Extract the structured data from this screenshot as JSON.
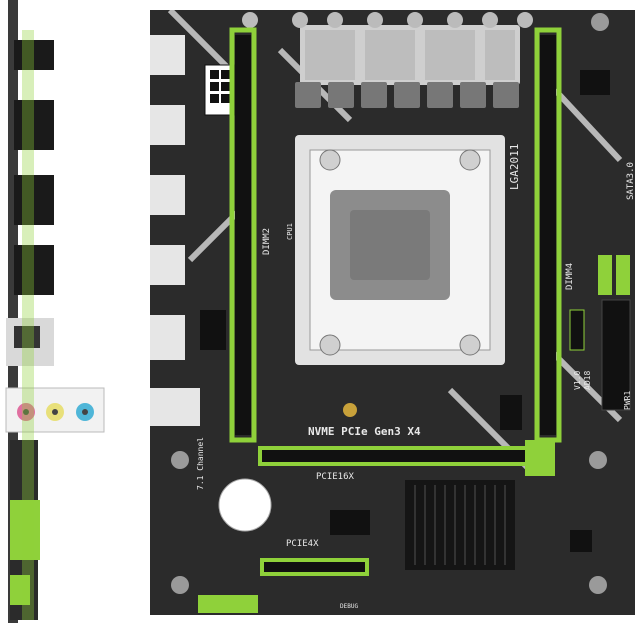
{
  "board": {
    "socket_label": "LGA2011",
    "nvme_label": "NVME PCIe Gen3 X4",
    "pcie16_label": "PCIE16X",
    "pcie4_label": "PCIE4X",
    "dimm2_label": "DIMM2",
    "dimm4_label": "DIMM4",
    "sata_label": "SATA3.0",
    "version_label": "V1.0",
    "model_label": "AD18",
    "pwr_label": "PWR1",
    "audio_label": "7.1 Channel",
    "cpu_label": "CPU1",
    "debug_label": "DEBUG"
  },
  "colors": {
    "pcb": "#2b2b2b",
    "accent_green": "#8fd13a",
    "heatsink": "#cfcfcf",
    "audio_pink": "#e06fa0",
    "audio_cyan": "#4fb6d8"
  }
}
